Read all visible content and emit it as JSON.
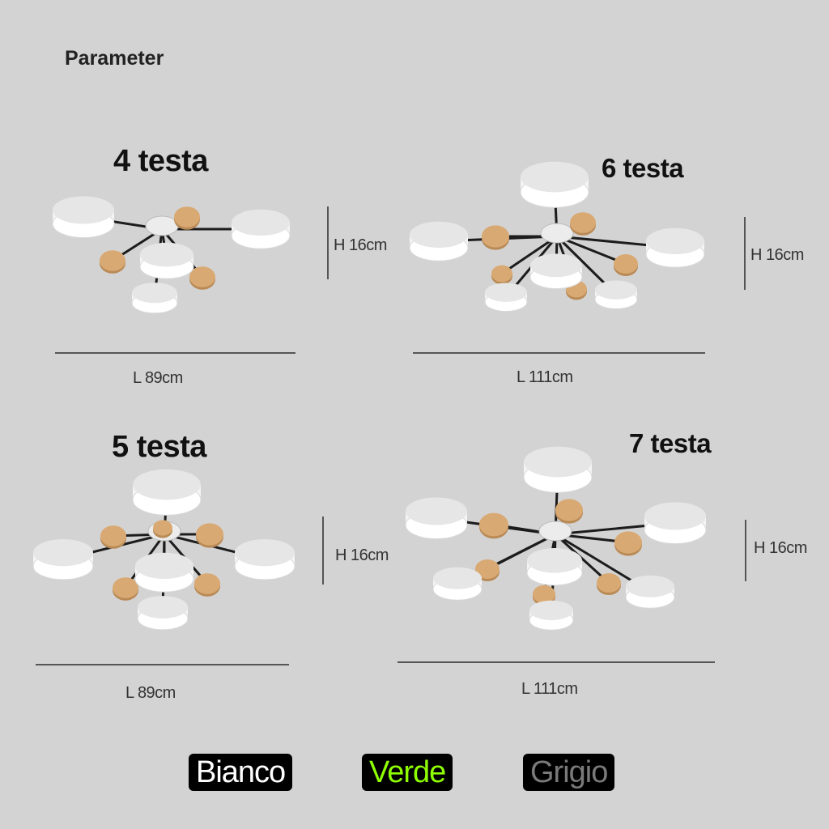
{
  "heading": "Parameter",
  "variants": [
    {
      "title": "4 testa",
      "height": "H 16cm",
      "length": "L 89cm"
    },
    {
      "title": "6 testa",
      "height": "H 16cm",
      "length": "L 111cm"
    },
    {
      "title": "5 testa",
      "height": "H 16cm",
      "length": "L 89cm"
    },
    {
      "title": "7 testa",
      "height": "H 16cm",
      "length": "L 111cm"
    }
  ],
  "colors": [
    {
      "label": "Bianco",
      "color": "#ffffff"
    },
    {
      "label": "Verde",
      "color": "#8fff00"
    },
    {
      "label": "Grigio",
      "color": "#7a7a7a"
    }
  ]
}
